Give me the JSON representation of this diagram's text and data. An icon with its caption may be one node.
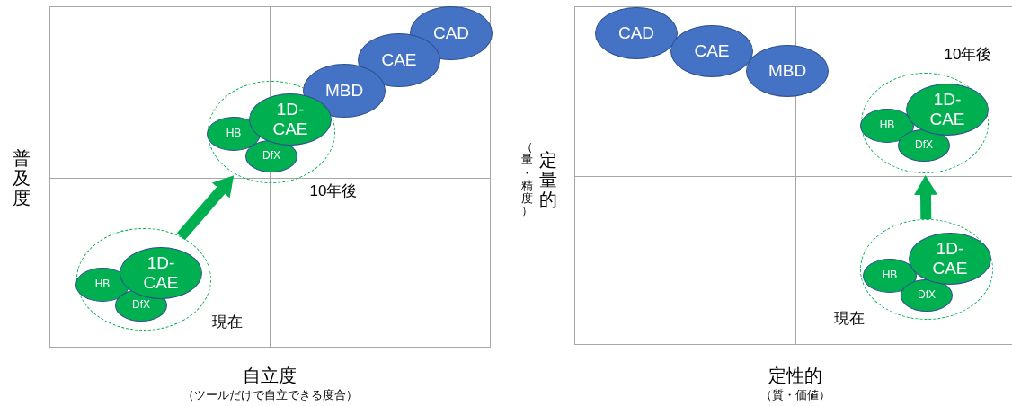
{
  "diagram": {
    "nodes": [
      {
        "text": [
          "CAD"
        ]
      },
      {
        "text": [
          "CAE"
        ]
      },
      {
        "text": [
          "MBD"
        ]
      },
      {
        "text": [],
        "shape": "circle",
        "beside": [
          "10年後"
        ]
      },
      {
        "text": [
          "1D-CAE"
        ],
        "in": 3
      },
      {
        "text": [
          "HB"
        ],
        "in": 3
      },
      {
        "text": [
          "DfX"
        ],
        "in": 3
      },
      {
        "text": [],
        "shape": "circle",
        "beside": [
          "現在"
        ]
      },
      {
        "text": [
          "1D-CAE"
        ],
        "in": 7
      },
      {
        "text": [
          "HB"
        ],
        "in": 7
      },
      {
        "text": [
          "DfX"
        ],
        "in": 7
      },
      {
        "text": [
          "CAD"
        ]
      },
      {
        "text": [
          "CAE"
        ]
      },
      {
        "text": [
          "MBD"
        ]
      },
      {
        "text": [],
        "shape": "circle",
        "beside": [
          "10年後"
        ]
      },
      {
        "text": [
          "1D-CAE"
        ],
        "in": 14
      },
      {
        "text": [
          "HB"
        ],
        "in": 14
      },
      {
        "text": [
          "DfX"
        ],
        "in": 14
      },
      {
        "text": [],
        "shape": "circle",
        "beside": [
          "現在"
        ]
      },
      {
        "text": [
          "1D-CAE"
        ],
        "in": 18
      },
      {
        "text": [
          "HB"
        ],
        "in": 18
      },
      {
        "text": [
          "DfX"
        ],
        "in": 18
      }
    ],
    "edges": [
      {
        "from": 7,
        "to": 3,
        "arrow": "to"
      },
      {
        "from": 18,
        "to": 14,
        "arrow": "to"
      }
    ],
    "labels": [
      "普及度",
      "自立度",
      "（ツールだけで自立できる度合）",
      "定量的",
      "（量・精度）",
      "定性的",
      "（質・価値）"
    ]
  }
}
